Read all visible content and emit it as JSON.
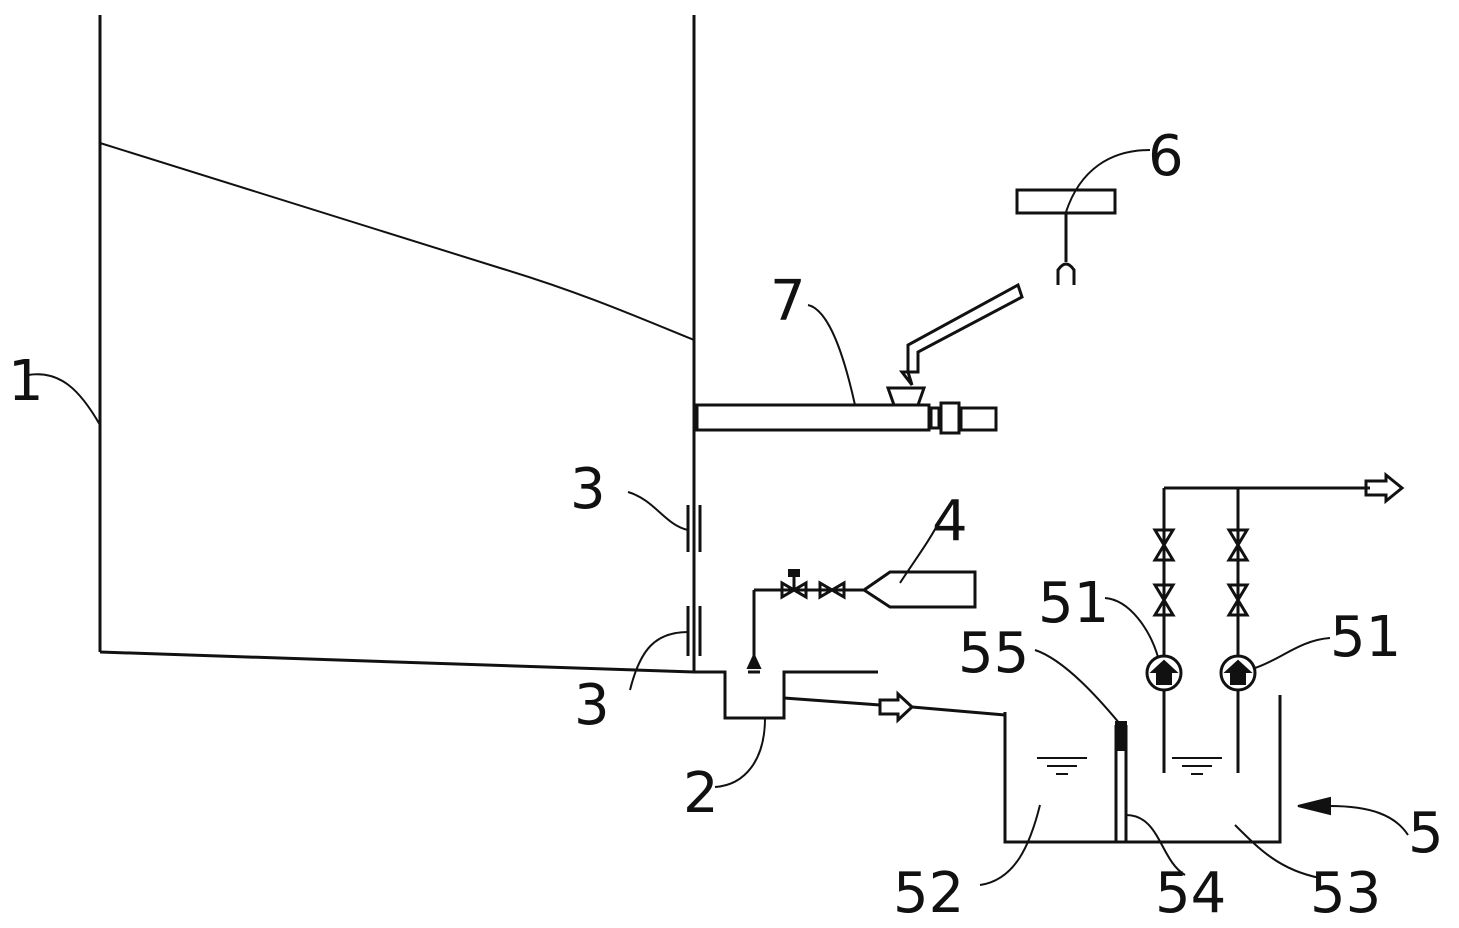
{
  "labels": {
    "wall": "1",
    "sump": "2",
    "flange_upper": "3",
    "flange_lower": "3",
    "dosing_tank": "4",
    "tank_assembly": "5",
    "pump_left": "51",
    "pump_right": "51",
    "chamber_left": "52",
    "chamber_right": "53",
    "weir_plate": "54",
    "baffle_top": "55",
    "hoist": "6",
    "screw_conveyor": "7"
  },
  "colors": {
    "line": "#111111",
    "background": "#ffffff"
  }
}
